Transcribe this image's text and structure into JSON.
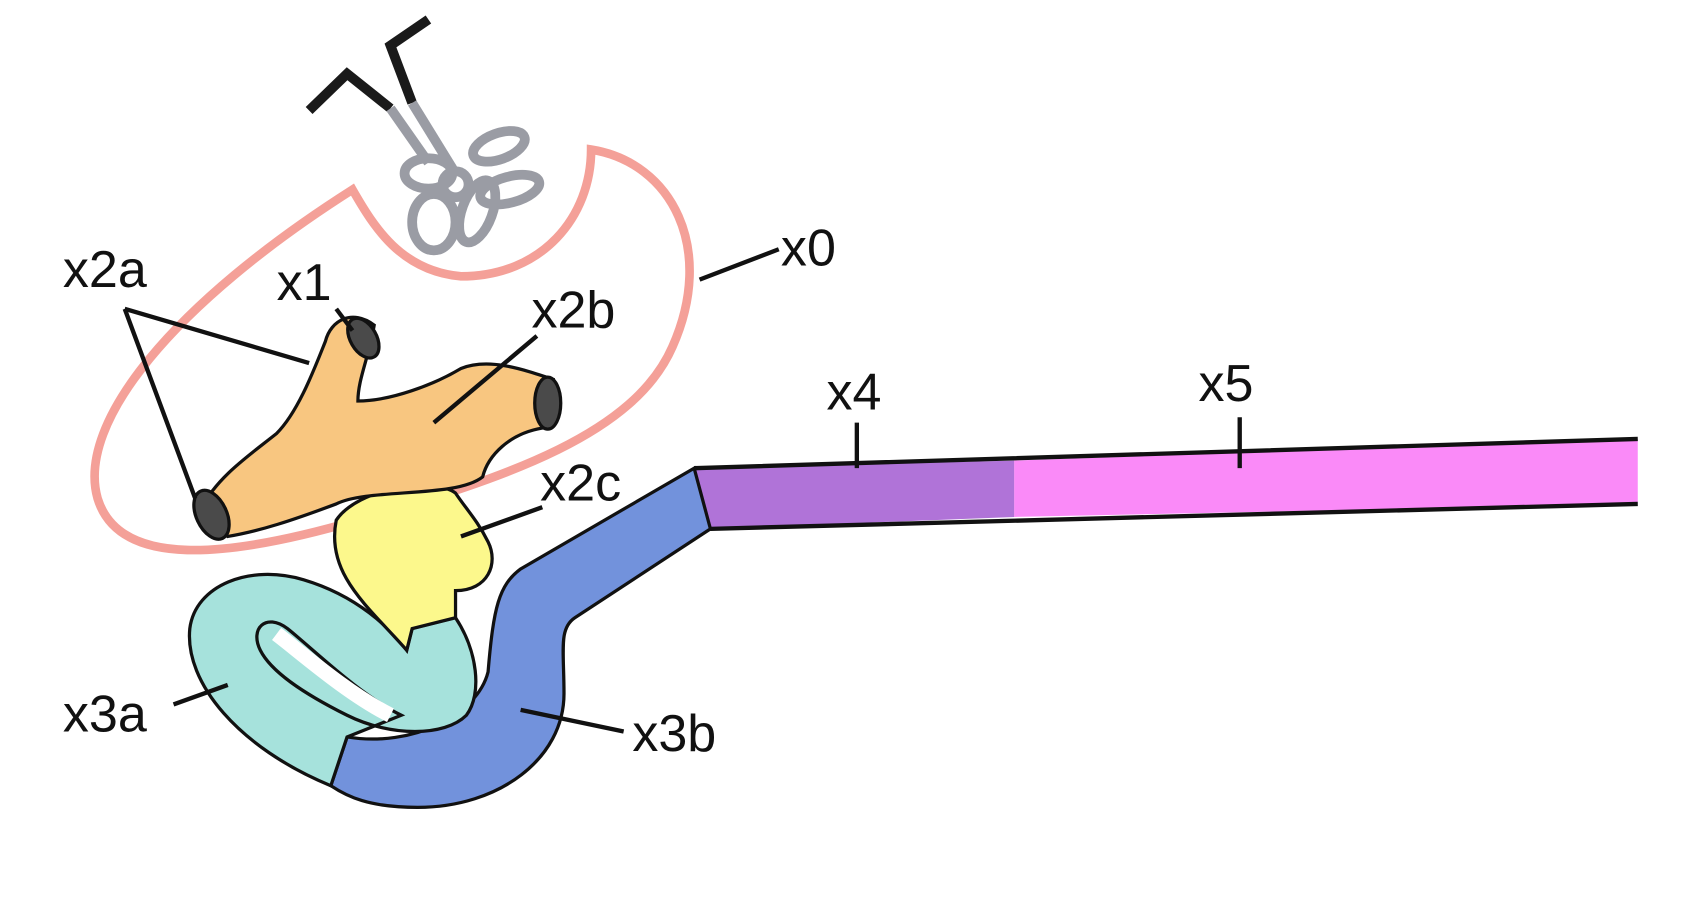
{
  "diagram": {
    "labels": {
      "x0": "x0",
      "x1": "x1",
      "x2a": "x2a",
      "x2b": "x2b",
      "x2c": "x2c",
      "x3a": "x3a",
      "x3b": "x3b",
      "x4": "x4",
      "x5": "x5"
    },
    "colors": {
      "capsule": "#f4a098",
      "glomerulus": "#9a9ca4",
      "vessel": "#1a1a1a",
      "segment_x2": "#f8c680",
      "segment_x2c": "#fcf88c",
      "segment_x3a": "#a6e2dc",
      "segment_x3b": "#7292dc",
      "segment_x4": "#b073d8",
      "segment_x5": "#fa8af8"
    }
  }
}
